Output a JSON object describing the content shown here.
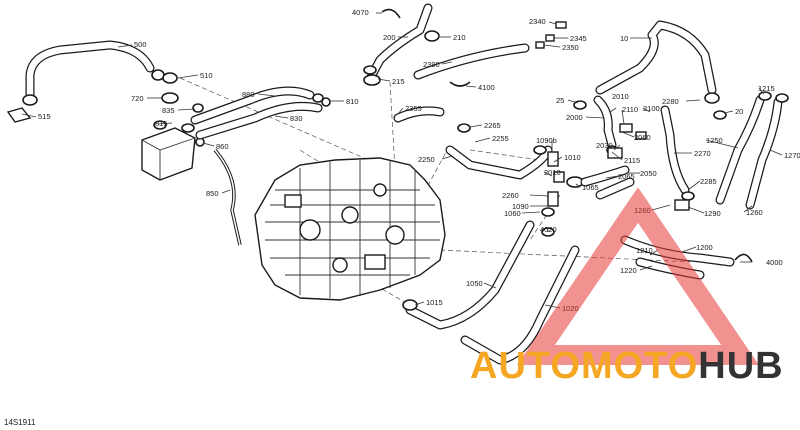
{
  "figure": {
    "reference": "14S1911",
    "labels": [
      {
        "id": "l500",
        "text": "500"
      },
      {
        "id": "l510",
        "text": "510"
      },
      {
        "id": "l515",
        "text": "515"
      },
      {
        "id": "l720",
        "text": "720"
      },
      {
        "id": "l835",
        "text": "835"
      },
      {
        "id": "l815",
        "text": "815"
      },
      {
        "id": "l860",
        "text": "860"
      },
      {
        "id": "l850",
        "text": "850"
      },
      {
        "id": "l880",
        "text": "880"
      },
      {
        "id": "l830",
        "text": "830"
      },
      {
        "id": "l810",
        "text": "810"
      },
      {
        "id": "l4070",
        "text": "4070"
      },
      {
        "id": "l200",
        "text": "200"
      },
      {
        "id": "l210",
        "text": "210"
      },
      {
        "id": "l215",
        "text": "215"
      },
      {
        "id": "l2390",
        "text": "2390"
      },
      {
        "id": "l4100",
        "text": "4100"
      },
      {
        "id": "l2355",
        "text": "2355"
      },
      {
        "id": "l2340",
        "text": "2340"
      },
      {
        "id": "l2345",
        "text": "2345"
      },
      {
        "id": "l2350",
        "text": "2350"
      },
      {
        "id": "l10",
        "text": "10"
      },
      {
        "id": "l25",
        "text": "25"
      },
      {
        "id": "l2000",
        "text": "2000"
      },
      {
        "id": "l2010",
        "text": "2010"
      },
      {
        "id": "l2110",
        "text": "2110"
      },
      {
        "id": "l2100",
        "text": "2100"
      },
      {
        "id": "l2280",
        "text": "2280"
      },
      {
        "id": "l20",
        "text": "20"
      },
      {
        "id": "l1215",
        "text": "1215"
      },
      {
        "id": "l2265",
        "text": "2265"
      },
      {
        "id": "l2255",
        "text": "2255"
      },
      {
        "id": "l1090b",
        "text": "1090b"
      },
      {
        "id": "l2060",
        "text": "2060"
      },
      {
        "id": "l2030",
        "text": "2030"
      },
      {
        "id": "l1250",
        "text": "1250"
      },
      {
        "id": "l2270",
        "text": "2270"
      },
      {
        "id": "l1270",
        "text": "1270"
      },
      {
        "id": "l2250",
        "text": "2250"
      },
      {
        "id": "l1010",
        "text": "1010"
      },
      {
        "id": "l2115",
        "text": "2115"
      },
      {
        "id": "l2010b",
        "text": "2010"
      },
      {
        "id": "l2065",
        "text": "2065"
      },
      {
        "id": "l2050",
        "text": "2050"
      },
      {
        "id": "l1065",
        "text": "1065"
      },
      {
        "id": "l2285",
        "text": "2285"
      },
      {
        "id": "l2260",
        "text": "2260"
      },
      {
        "id": "l1090",
        "text": "1090"
      },
      {
        "id": "l1260",
        "text": "1260"
      },
      {
        "id": "l1290",
        "text": "1290"
      },
      {
        "id": "l1260b",
        "text": "1260"
      },
      {
        "id": "l1060",
        "text": "1060"
      },
      {
        "id": "l4020",
        "text": "4020"
      },
      {
        "id": "l1200",
        "text": "1200"
      },
      {
        "id": "l1210",
        "text": "1210"
      },
      {
        "id": "l1220",
        "text": "1220"
      },
      {
        "id": "l4000",
        "text": "4000"
      },
      {
        "id": "l1050",
        "text": "1050"
      },
      {
        "id": "l1015",
        "text": "1015"
      },
      {
        "id": "l1020",
        "text": "1020"
      }
    ]
  },
  "watermark": {
    "brand_part1": "AUTOMOTO",
    "brand_part2": "HUB",
    "color_primary": "#f5a623",
    "color_secondary": "#333333",
    "triangle_color": "#e53935"
  }
}
